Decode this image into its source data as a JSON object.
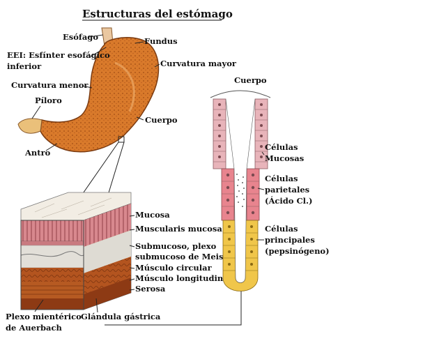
{
  "title": "Estructuras del estómago",
  "stomach": {
    "esofago": "Esófago",
    "fundus": "Fundus",
    "eei_line1": "EEI: Esfínter esofágico",
    "eei_line2": "inferior",
    "curvatura_mayor": "Curvatura mayor",
    "curvatura_menor": "Curvatura menor",
    "piloro": "Píloro",
    "cuerpo": "Cuerpo",
    "antro": "Antro"
  },
  "layers": {
    "mucosa": "Mucosa",
    "muscularis": "Muscularis mucosa",
    "submucoso_line1": "Submucoso, plexo",
    "submucoso_line2": "submucoso de Meissner",
    "circular": "Músculo circular",
    "longitudinal": "Músculo longitudinal",
    "serosa": "Serosa",
    "plexo_line1": "Plexo mientérico",
    "plexo_line2": "de Auerbach",
    "glandula": "Glándula gástrica"
  },
  "gland": {
    "cuerpo": "Cuerpo",
    "mucosas_line1": "Células",
    "mucosas_line2": "Mucosas",
    "parietales_line1": "Células",
    "parietales_line2": "parietales",
    "parietales_line3": "(Ácido Cl.)",
    "principales_line1": "Células",
    "principales_line2": "principales",
    "principales_line3": "(pepsinógeno)"
  },
  "colors": {
    "stomach_fill": "#d97a2b",
    "stomach_dark": "#a04d14",
    "mucosa_pink": "#e6a0a8",
    "parietal_pink": "#e8848e",
    "chief_yellow": "#f0c64a",
    "muscle_brown": "#b3541f"
  }
}
